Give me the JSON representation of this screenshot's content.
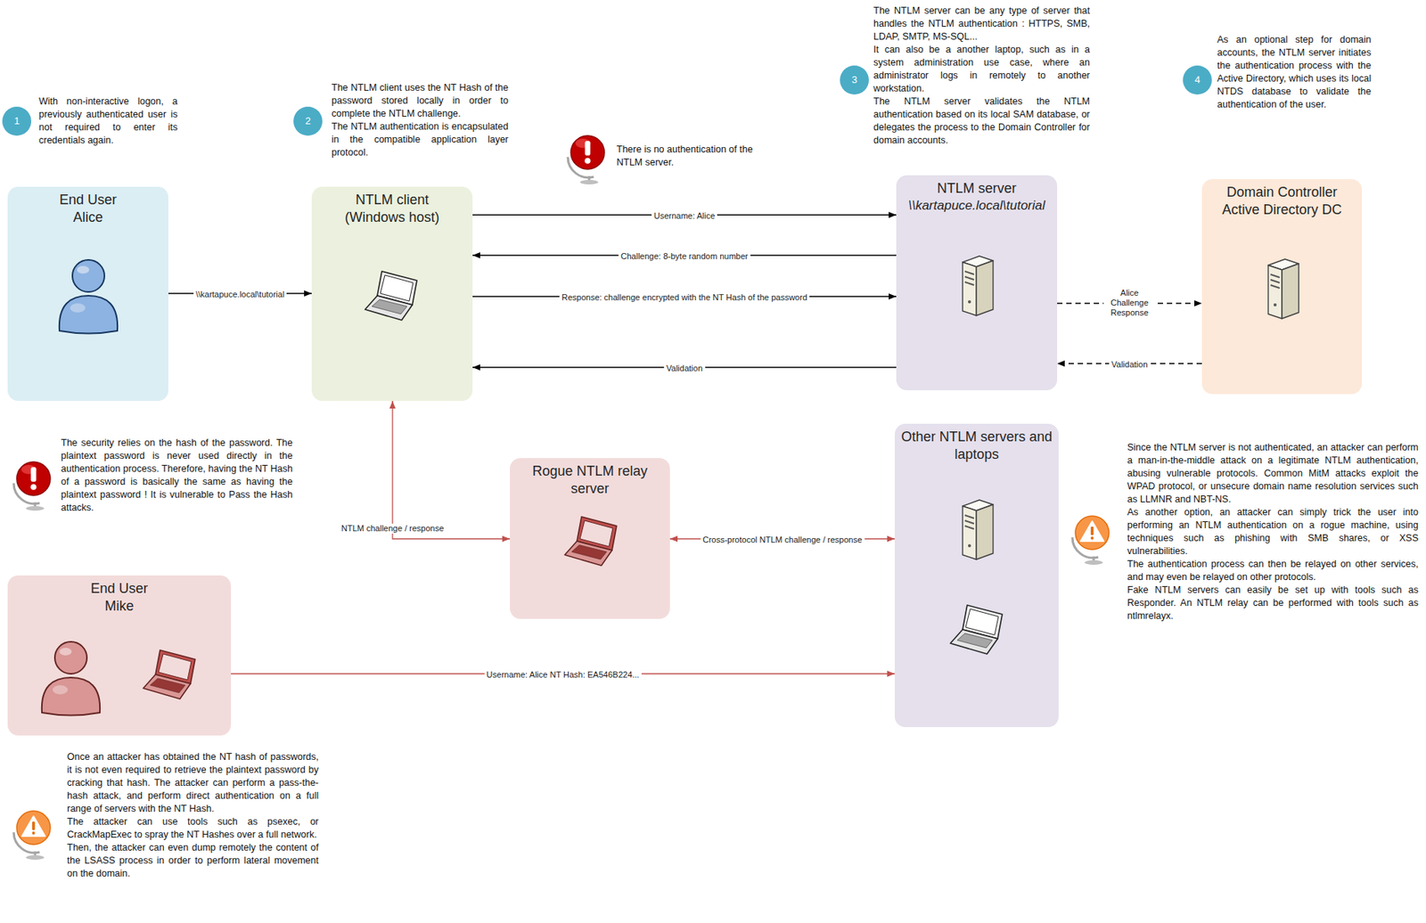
{
  "diagram": {
    "nodes": [
      {
        "text": [
          "1"
        ]
      },
      {
        "text": [
          "2"
        ]
      },
      {
        "text": [
          "3"
        ]
      },
      {
        "text": [
          "4"
        ]
      },
      {
        "text": [
          "End User Alice"
        ]
      },
      {
        "text": [
          "NTLM client (Windows host)"
        ]
      },
      {
        "text": [
          "NTLM server",
          "\\\\kartapuce.local\\tutorial"
        ]
      },
      {
        "text": [
          "Domain Controller Active Directory DC"
        ]
      },
      {
        "text": [
          "Other NTLM servers and laptops"
        ]
      },
      {
        "text": [
          "Rogue NTLM relay server"
        ]
      },
      {
        "text": [
          "End User Mike"
        ]
      }
    ],
    "edges": [
      {
        "from": 4,
        "to": 5,
        "label": "\\\\kartapuce.local\\tutorial",
        "arrow": "to"
      },
      {
        "from": 5,
        "to": 6,
        "label": "Username: Alice",
        "arrow": "to"
      },
      {
        "from": 6,
        "to": 5,
        "label": "Challenge: 8-byte random number",
        "arrow": "to"
      },
      {
        "from": 5,
        "to": 6,
        "label": "Response: challenge encrypted with the NT Hash of the password",
        "arrow": "to"
      },
      {
        "from": 6,
        "to": 5,
        "label": "Validation",
        "arrow": "to"
      },
      {
        "from": 6,
        "to": 7,
        "label": "Alice Challenge Response",
        "arrow": "to"
      },
      {
        "from": 7,
        "to": 6,
        "label": "Validation",
        "arrow": "to"
      },
      {
        "from": 5,
        "to": 9,
        "label": "NTLM challenge / response",
        "arrow": "both"
      },
      {
        "from": 9,
        "to": 8,
        "label": "Cross-protocol NTLM challenge / response",
        "arrow": "both"
      },
      {
        "from": 10,
        "to": 8,
        "label": "Username: Alice NT Hash: EA546B224...",
        "arrow": "to"
      }
    ],
    "labels": [
      "With non-interactive logon, a previously authenticated user is not required to enter its credentials again.",
      "The NTLM client uses the NT Hash of the password stored locally in order to complete the NTLM challenge.",
      "The NTLM authentication is encapsulated in the compatible application layer protocol.",
      "There is no authentication of the NTLM server.",
      "The NTLM server can be any type of server that handles the NTLM authentication : HTTPS, SMB, LDAP, SMTP, MS-SQL...",
      "It can also be a another laptop, such as in a system administration use case, where an administrator logs in remotely to another workstation.",
      "The NTLM server validates the NTLM authentication based on its local SAM database, or delegates the process to the Domain Controller for domain accounts.",
      "As an optional step for domain accounts, the NTLM server initiates the authentication process with the Active Directory, which uses its local NTDS database to validate the authentication of the user.",
      "The security relies on the hash of the password. The plaintext password is never used directly in the authentication process. Therefore, having the NT Hash of a password is basically the same as having the plaintext password ! It is vulnerable to Pass the Hash attacks.",
      "Since the NTLM server is not authenticated, an attacker can perform a man-in-the-middle attack on a legitimate NTLM authentication, abusing vulnerable protocols. Common MitM attacks exploit the WPAD protocol, or unsecure domain name resolution services such as LLMNR and NBT-NS.",
      "As another option, an attacker can simply trick the user into performing an NTLM authentication on a rogue machine, using techniques such as phishing with SMB shares, or XSS vulnerabilities.",
      "The authentication process can then be relayed on other services, and may even be relayed on other protocols.",
      "Fake NTLM servers can easily be set up with tools such as Responder. An NTLM relay can be performed with tools such as ntlmrelayx.",
      "Once an attacker has obtained the NT hash of passwords, it is not even required to retrieve the plaintext password by cracking that hash. The attacker can perform a pass-the-hash attack, and perform direct authentication on a full range of servers with the NT Hash.",
      "The attacker can use tools such as psexec, or CrackMapExec to spray the NT Hashes over a full network.",
      "Then, the attacker can even dump remotely the content of the LSASS process in order to perform lateral movement on the domain."
    ]
  }
}
